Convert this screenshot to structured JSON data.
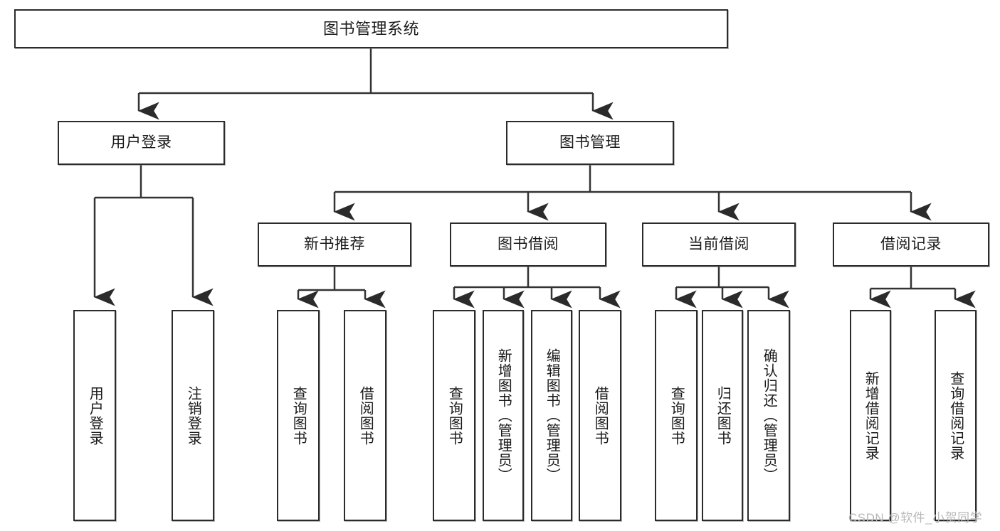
{
  "diagram": {
    "type": "hierarchy-tree",
    "title": "图书管理系统",
    "watermark": "CSDN @软件_小贺同学",
    "colors": {
      "box_border": "#2b2b2b",
      "box_fill": "#ffffff",
      "connector": "#333333",
      "text": "#1a1a1a",
      "watermark": "#b9b9b9"
    },
    "nodes": {
      "root": {
        "label": "图书管理系统"
      },
      "level2": [
        {
          "label": "用户登录"
        },
        {
          "label": "图书管理"
        }
      ],
      "level3": [
        {
          "label": "新书推荐"
        },
        {
          "label": "图书借阅"
        },
        {
          "label": "当前借阅"
        },
        {
          "label": "借阅记录"
        }
      ],
      "leaves": {
        "user_login": [
          {
            "label": "用户登录"
          },
          {
            "label": "注销登录"
          }
        ],
        "new_book_recommend": [
          {
            "label": "查询图书"
          },
          {
            "label": "借阅图书"
          }
        ],
        "book_borrow": [
          {
            "label": "查询图书"
          },
          {
            "label": "新增图书（管理员）"
          },
          {
            "label": "编辑图书（管理员）"
          },
          {
            "label": "借阅图书"
          }
        ],
        "current_borrow": [
          {
            "label": "查询图书"
          },
          {
            "label": "归还图书"
          },
          {
            "label": "确认归还（管理员）"
          }
        ],
        "borrow_record": [
          {
            "label": "新增借阅记录"
          },
          {
            "label": "查询借阅记录"
          }
        ]
      }
    }
  }
}
